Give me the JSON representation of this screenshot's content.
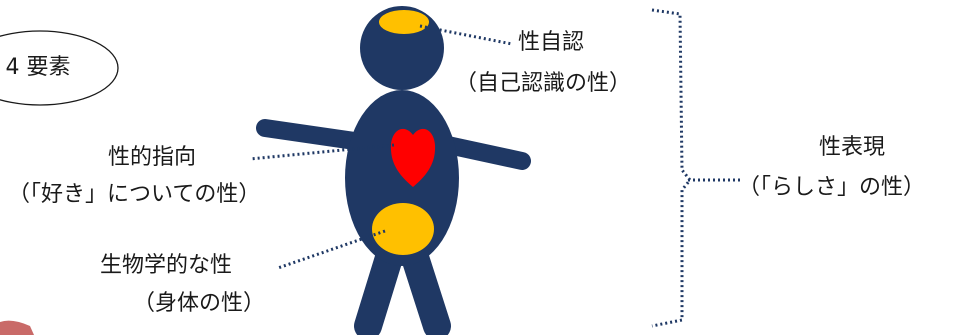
{
  "badge": {
    "label": "4 要素"
  },
  "labels": {
    "gender_identity": {
      "title": "性自認",
      "subtitle": "（自己認識の性）"
    },
    "sexual_orientation": {
      "title": "性的指向",
      "subtitle": "（「好き」についての性）"
    },
    "biological_sex": {
      "title": "生物学的な性",
      "subtitle": "（身体の性）"
    },
    "gender_expression": {
      "title": "性表現",
      "subtitle": "（「らしさ」の性）"
    }
  },
  "colors": {
    "figure": "#1f3864",
    "head_marker": "#ffc000",
    "heart": "#ff0000",
    "hip_marker": "#ffc000",
    "leader_line": "#1f3864",
    "brace": "#1f3864",
    "corner_accent": "#c0504d"
  },
  "icons": {
    "figure": "human-figure-icon",
    "heart": "heart-icon"
  }
}
